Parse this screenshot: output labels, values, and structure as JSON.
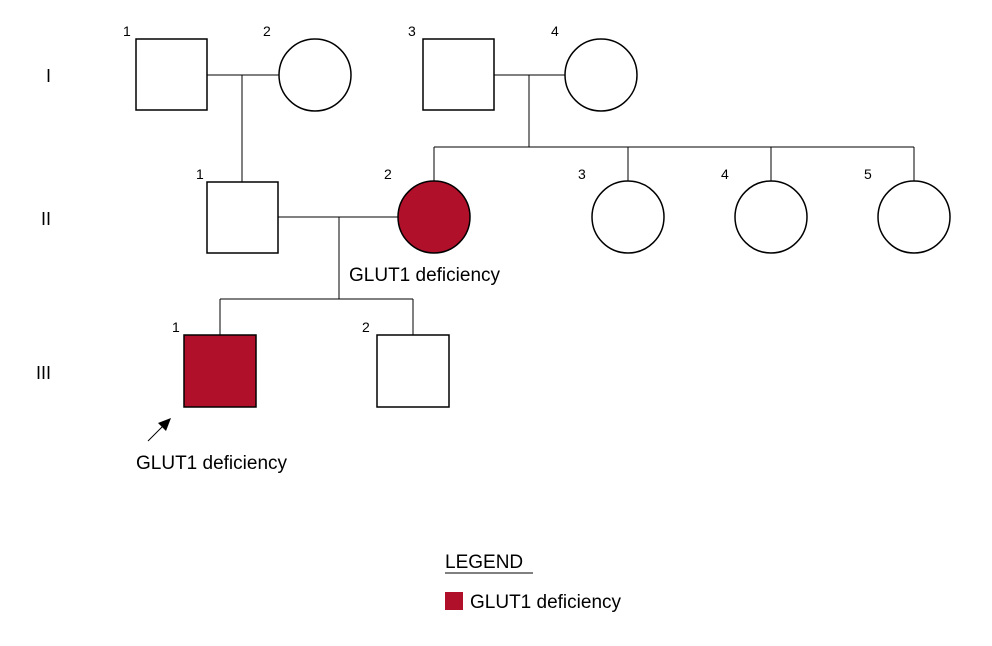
{
  "colors": {
    "affected": "#b0102a",
    "unaffected": "#ffffff",
    "stroke": "#000000"
  },
  "generations": [
    "I",
    "II",
    "III"
  ],
  "individuals": {
    "I1": {
      "number": "1",
      "sex": "male",
      "affected": false
    },
    "I2": {
      "number": "2",
      "sex": "female",
      "affected": false
    },
    "I3": {
      "number": "3",
      "sex": "male",
      "affected": false
    },
    "I4": {
      "number": "4",
      "sex": "female",
      "affected": false
    },
    "II1": {
      "number": "1",
      "sex": "male",
      "affected": false
    },
    "II2": {
      "number": "2",
      "sex": "female",
      "affected": true,
      "note": "GLUT1 deficiency"
    },
    "II3": {
      "number": "3",
      "sex": "female",
      "affected": false
    },
    "II4": {
      "number": "4",
      "sex": "female",
      "affected": false
    },
    "II5": {
      "number": "5",
      "sex": "female",
      "affected": false
    },
    "III1": {
      "number": "1",
      "sex": "male",
      "affected": true,
      "proband": true,
      "note": "GLUT1 deficiency"
    },
    "III2": {
      "number": "2",
      "sex": "male",
      "affected": false
    }
  },
  "legend": {
    "title": "LEGEND",
    "items": [
      {
        "label": "GLUT1 deficiency",
        "status": "affected"
      }
    ]
  }
}
